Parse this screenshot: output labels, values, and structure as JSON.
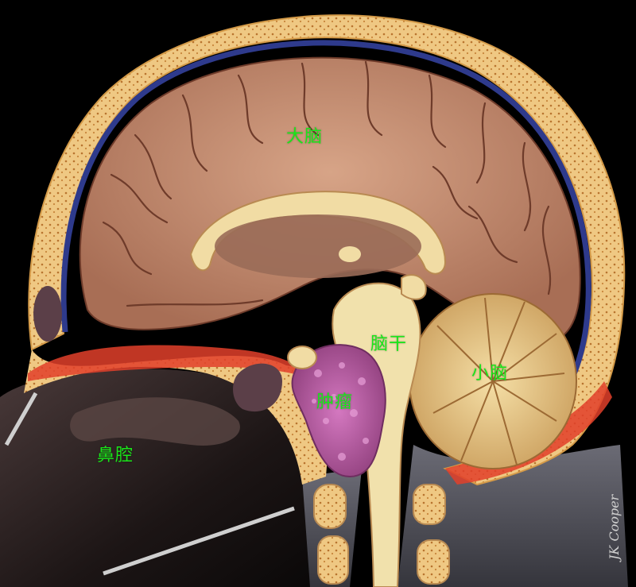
{
  "labels": {
    "cerebrum": "大脑",
    "brainstem": "脑干",
    "cerebellum": "小脑",
    "tumor": "肿瘤",
    "nasal_cavity": "鼻腔"
  },
  "signature": "JK Cooper",
  "colors": {
    "label": "#19e619",
    "background": "#000000",
    "skull": "#e8c07a",
    "dura": "#2e3a8c",
    "brain": "#c58f73",
    "white_matter": "#f1dca4",
    "tumor": "#b5559a",
    "inflamed": "#e2402a"
  }
}
